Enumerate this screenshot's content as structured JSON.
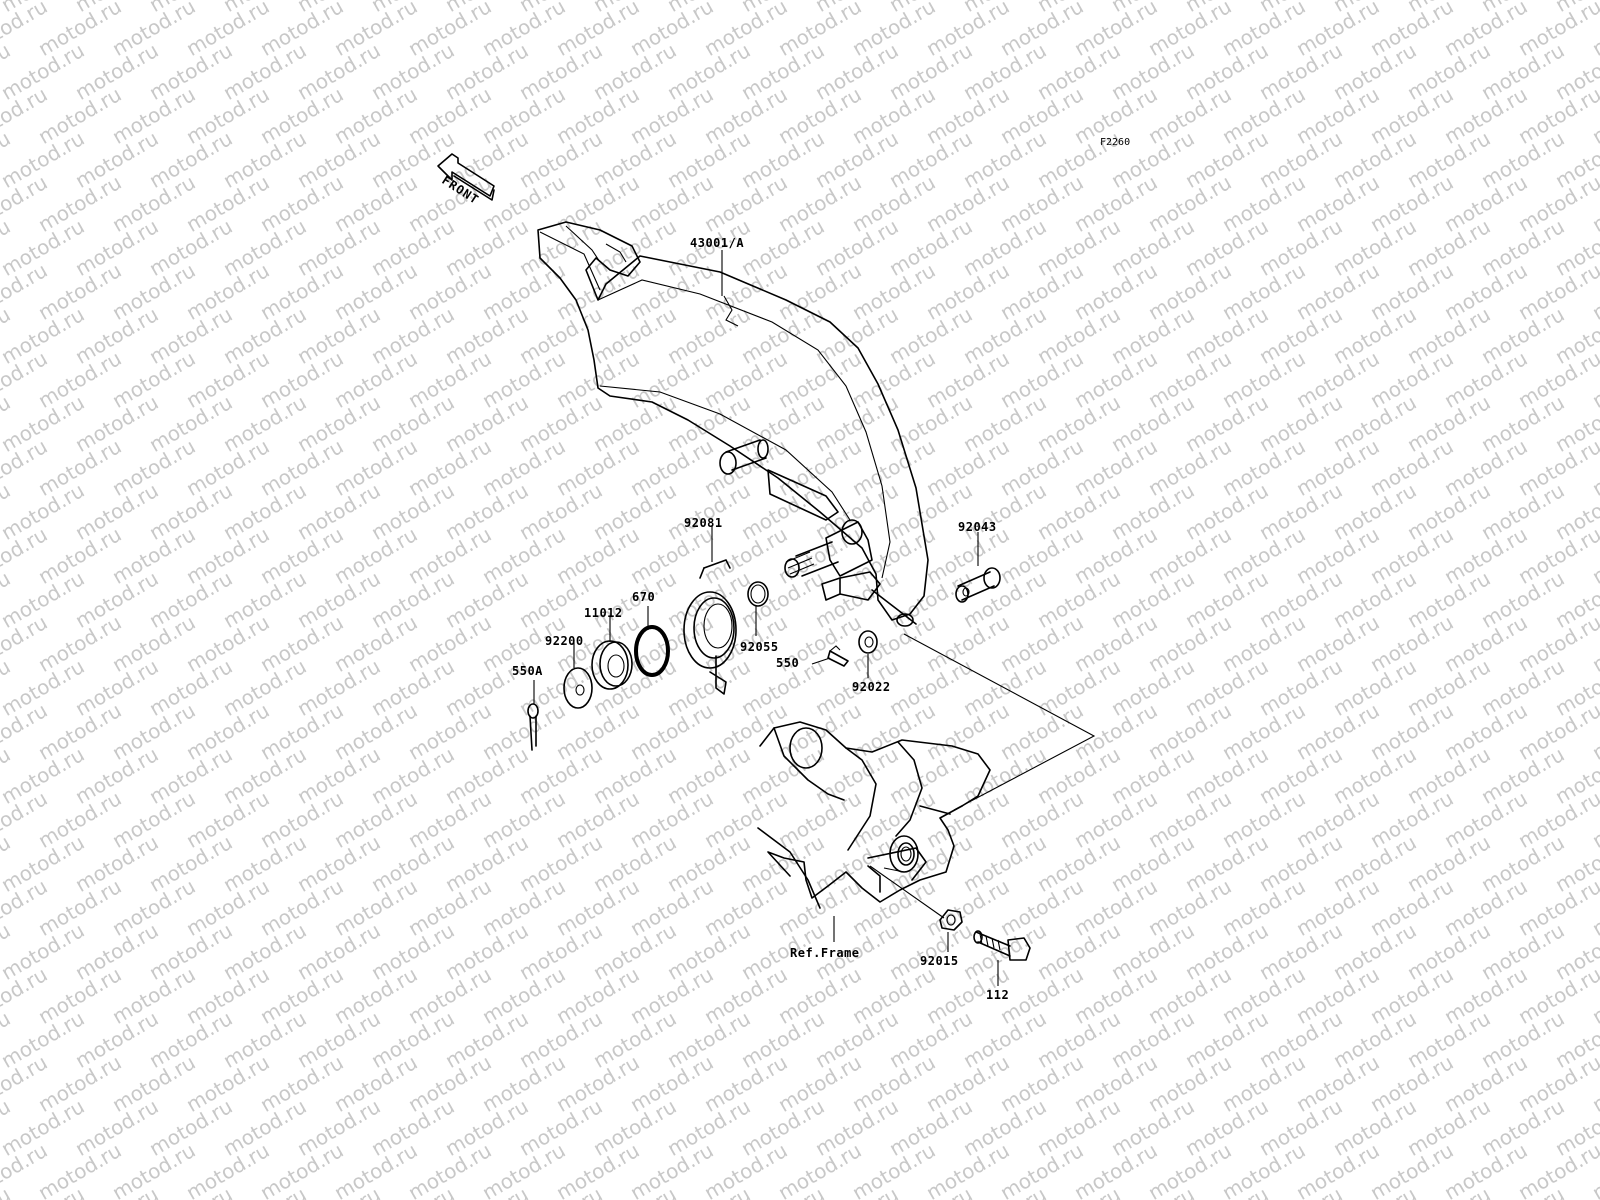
{
  "watermark": "motod.ru",
  "figure_code": "F2260",
  "front_indicator": "FRONT",
  "labels": {
    "brake_pedal": "43001/A",
    "spring": "92081",
    "pin": "92043",
    "o_ring_small": "92055",
    "o_ring_large": "670",
    "collar": "11012",
    "washer": "92200",
    "cotter_pin_a": "550A",
    "cotter_pin": "550",
    "washer_small": "92022",
    "frame": "Ref.Frame",
    "nut": "92015",
    "bolt": "112"
  }
}
